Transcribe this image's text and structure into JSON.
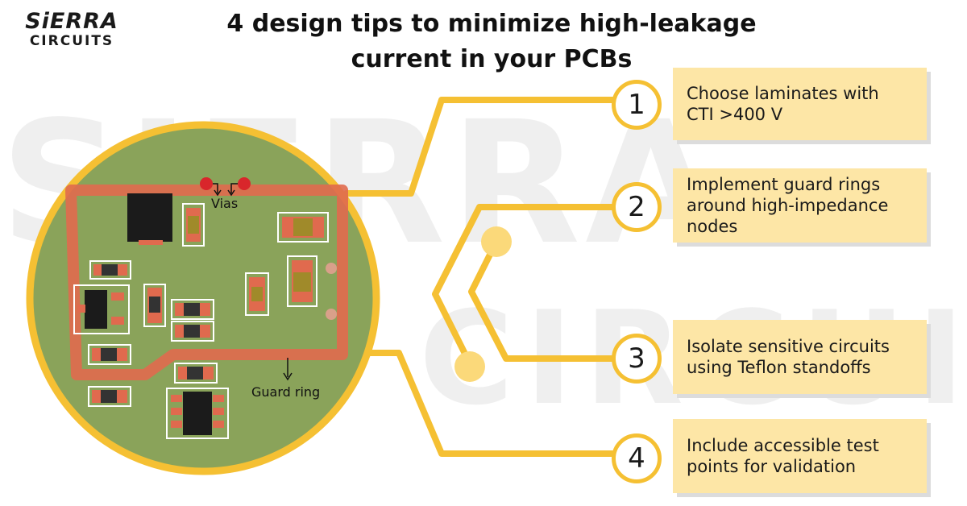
{
  "watermark": {
    "line1": "SIERRA",
    "line2": "CIRCUITS"
  },
  "logo": {
    "top": "SiERRA",
    "bottom": "CIRCUITS"
  },
  "title": {
    "line1": "4 design tips to minimize high-leakage",
    "line2": "current in your PCBs"
  },
  "board": {
    "vias_label": "Vias",
    "guard_ring_label": "Guard ring"
  },
  "tips": [
    {
      "number": "1",
      "line1": "Choose laminates with",
      "line2": "CTI >400 V",
      "line3": ""
    },
    {
      "number": "2",
      "line1": "Implement guard rings",
      "line2": "around high-impedance",
      "line3": "nodes"
    },
    {
      "number": "3",
      "line1": "Isolate sensitive circuits",
      "line2": "using Teflon standoffs",
      "line3": ""
    },
    {
      "number": "4",
      "line1": "Include accessible test",
      "line2": "points for validation",
      "line3": ""
    }
  ],
  "colors": {
    "board": "#8aa35a",
    "guard_ring": "#e06a4e",
    "connector": "#f5c033",
    "tip_box": "#fde6a6",
    "via": "#d9262b"
  }
}
